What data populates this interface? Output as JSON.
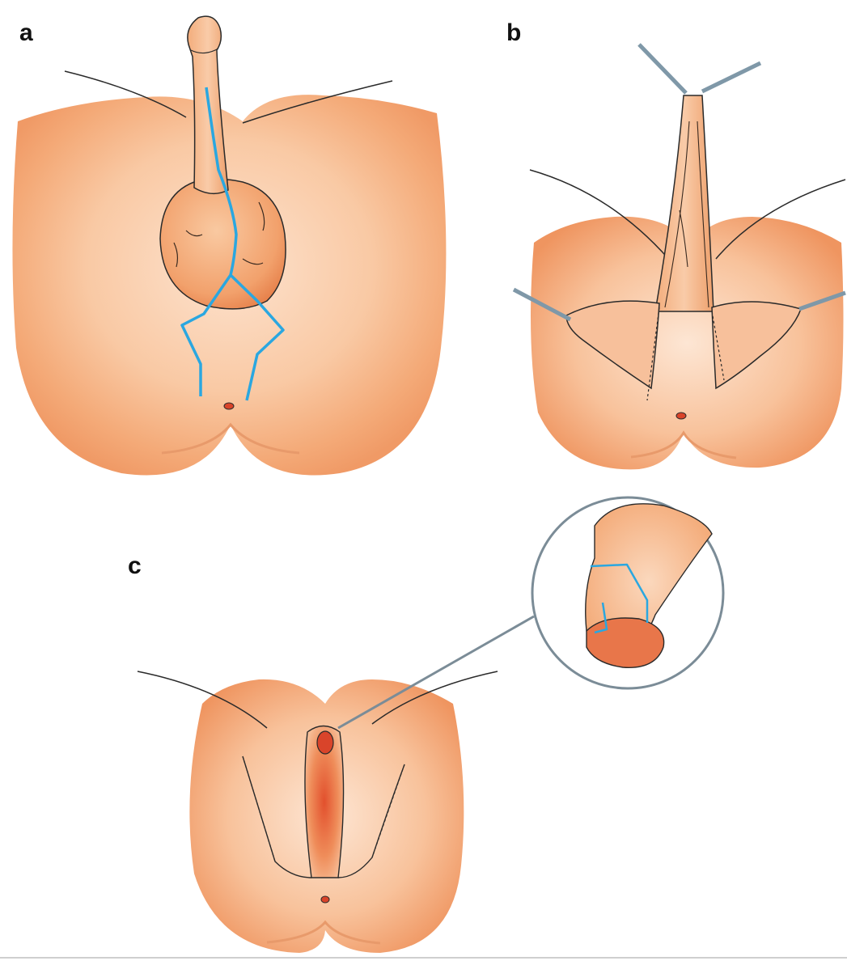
{
  "panels": {
    "a": {
      "label": "a"
    },
    "b": {
      "label": "b"
    },
    "c": {
      "label": "c"
    }
  },
  "colors": {
    "skin": "#f7b98c",
    "skin_light": "#fde3cf",
    "skin_shadow": "#ec8a55",
    "tissue_red": "#d9442a",
    "incision_line": "#2aa7e0",
    "outline": "#2a2a2a",
    "instrument": "#7f98a8",
    "inset_circle": "#7b8c97"
  }
}
